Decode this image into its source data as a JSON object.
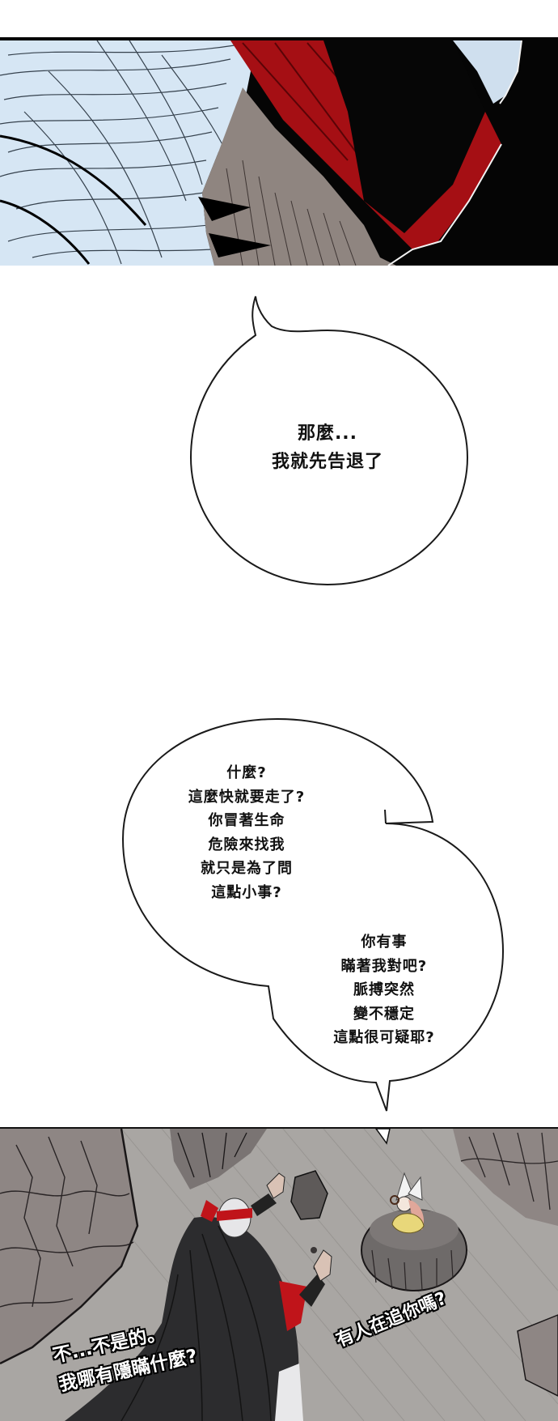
{
  "comic": {
    "panels": [
      {
        "id": "panel-1",
        "description": "Close-up of white-haired elder with red blindfold",
        "colors": {
          "background": "#050505",
          "hair": "#d8e8f5",
          "blindfold": "#b01217",
          "skin": "#8f8580"
        }
      },
      {
        "id": "panel-2",
        "description": "Empty white space with speech bubbles"
      },
      {
        "id": "panel-3",
        "description": "Overhead view of cliff path, cloaked elder bowing toward small figure on rock",
        "colors": {
          "ground": "#a9a6a3",
          "cliff": "#8e8684",
          "cloak": "#2c2c2e",
          "accent_red": "#c0141a",
          "figure_robe": "#e8d77a"
        }
      }
    ],
    "bubbles": [
      {
        "id": "bubble-1",
        "lines": [
          "那麼...",
          "我就先告退了"
        ]
      },
      {
        "id": "bubble-2",
        "lines": [
          "什麼?",
          "這麼快就要走了?",
          "你冒著生命",
          "危險來找我",
          "就只是為了問",
          "這點小事?"
        ]
      },
      {
        "id": "bubble-3",
        "lines": [
          "你有事",
          "瞞著我對吧?",
          "脈搏突然",
          "變不穩定",
          "這點很可疑耶?"
        ]
      }
    ],
    "captions": [
      {
        "id": "sfx-right",
        "lines": [
          "有人在追你嗎?"
        ]
      },
      {
        "id": "sfx-left",
        "lines": [
          "不...不是的。",
          "我哪有隱瞞什麼?"
        ]
      }
    ]
  }
}
